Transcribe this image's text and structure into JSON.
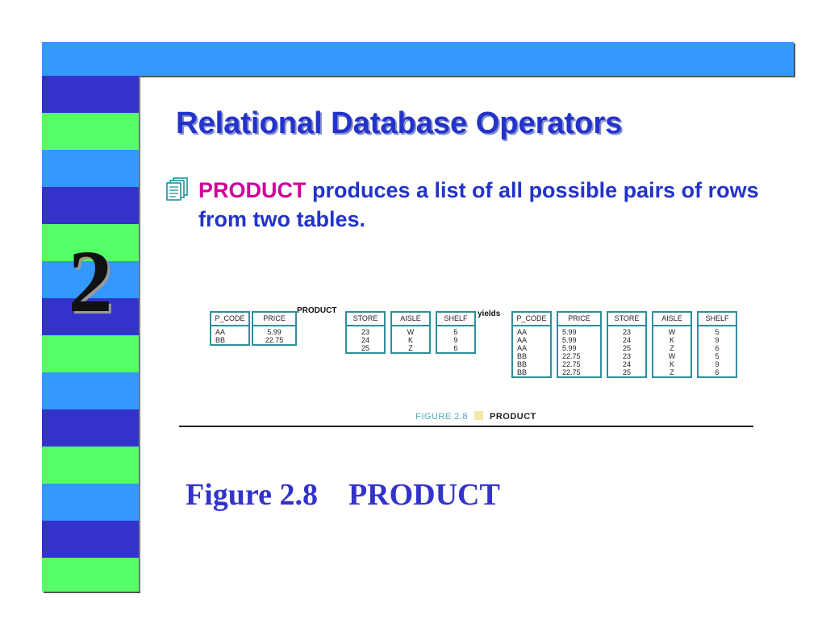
{
  "theme": {
    "top_bar": "#3399ff",
    "stripe_colors": [
      "#3333cc",
      "#55ff66",
      "#3399ff"
    ],
    "title_color": "#2233cc",
    "keyword_color": "#cc0099",
    "table_border": "#2e8e9e"
  },
  "slide": {
    "badge_number": "2",
    "title": "Relational Database Operators",
    "bullet": {
      "icon": "document-stack-icon",
      "keyword": "PRODUCT",
      "text": " produces a list of all possible pairs of rows from two tables."
    }
  },
  "figure": {
    "operator_word": "PRODUCT",
    "yields_word": "yields",
    "caption_label": "FIGURE 2.8",
    "caption_name": "PRODUCT",
    "table_a": {
      "columns": [
        "P_CODE",
        "PRICE"
      ],
      "rows": [
        [
          "AA",
          "5.99"
        ],
        [
          "BB",
          "22.75"
        ]
      ]
    },
    "table_b": {
      "columns": [
        "STORE",
        "AISLE",
        "SHELF"
      ],
      "rows": [
        [
          "23",
          "W",
          "5"
        ],
        [
          "24",
          "K",
          "9"
        ],
        [
          "25",
          "Z",
          "6"
        ]
      ]
    },
    "result": {
      "columns": [
        "P_CODE",
        "PRICE",
        "STORE",
        "AISLE",
        "SHELF"
      ],
      "rows": [
        [
          "AA",
          "5.99",
          "23",
          "W",
          "5"
        ],
        [
          "AA",
          "5.99",
          "24",
          "K",
          "9"
        ],
        [
          "AA",
          "5.99",
          "25",
          "Z",
          "6"
        ],
        [
          "BB",
          "22.75",
          "23",
          "W",
          "5"
        ],
        [
          "BB",
          "22.75",
          "24",
          "K",
          "9"
        ],
        [
          "BB",
          "22.75",
          "25",
          "Z",
          "6"
        ]
      ]
    }
  },
  "figure_title": "Figure 2.8    PRODUCT"
}
